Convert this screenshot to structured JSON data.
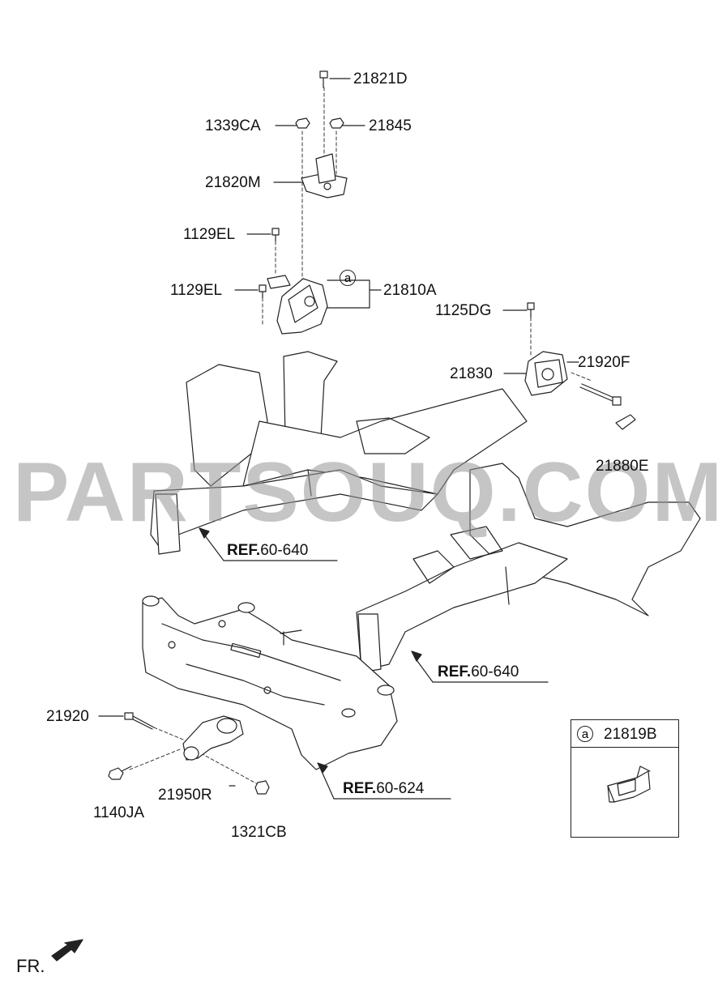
{
  "watermark": "PARTSOUQ.COM",
  "parts": {
    "p21821D": "21821D",
    "p1339CA": "1339CA",
    "p21845": "21845",
    "p21820M": "21820M",
    "p1129EL_a": "1129EL",
    "p1129EL_b": "1129EL",
    "p21810A": "21810A",
    "p1125DG": "1125DG",
    "p21830": "21830",
    "p21920F": "21920F",
    "p21880E": "21880E",
    "p21920": "21920",
    "p1140JA": "1140JA",
    "p21950R": "21950R",
    "p1321CB": "1321CB"
  },
  "refs": {
    "ref1_prefix": "REF.",
    "ref1_num": "60-640",
    "ref2_prefix": "REF.",
    "ref2_num": "60-640",
    "ref3_prefix": "REF.",
    "ref3_num": "60-624"
  },
  "callout_marker": "a",
  "legend": {
    "marker": "a",
    "part": "21819B"
  },
  "direction": "FR."
}
